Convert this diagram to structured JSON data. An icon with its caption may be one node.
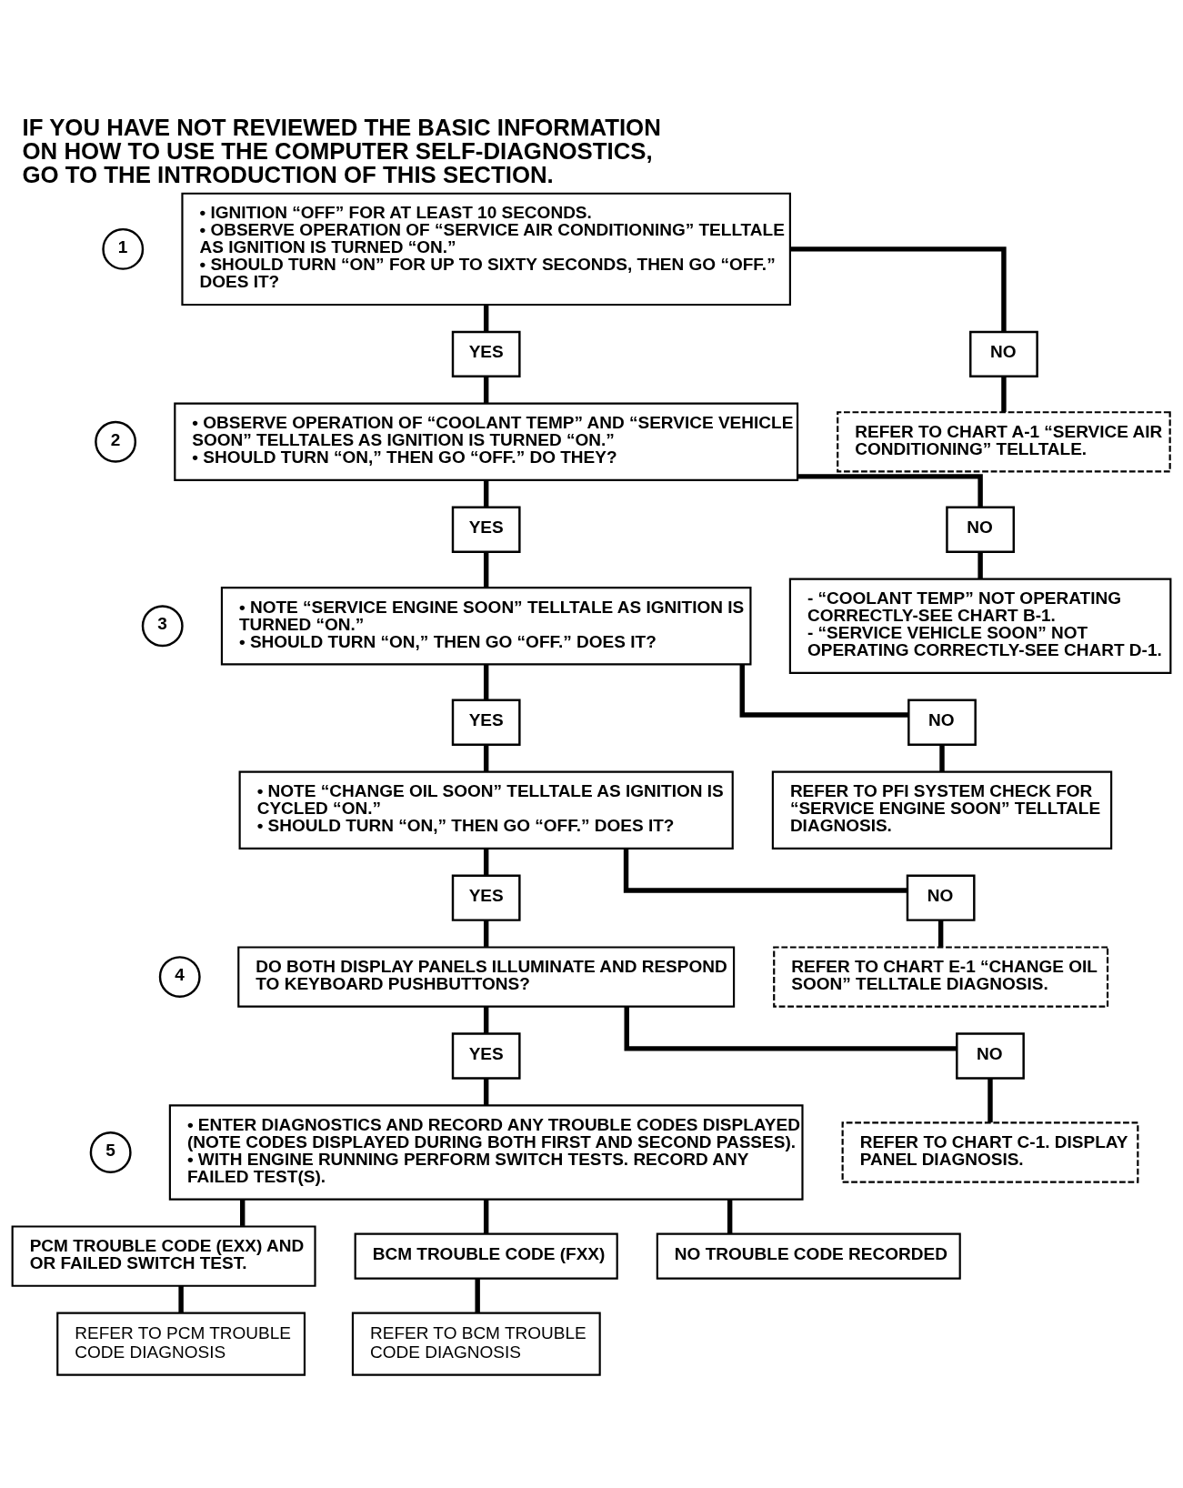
{
  "diagram": {
    "title": "IF YOU HAVE NOT REVIEWED THE BASIC INFORMATION ON HOW TO USE THE COMPUTER SELF-DIAGNOSTICS, GO TO THE INTRODUCTION OF THIS SECTION.",
    "nodes": [
      {
        "text": [
          "1"
        ]
      },
      {
        "text": [
          "• IGNITION “OFF” FOR AT LEAST 10 SECONDS.",
          "• OBSERVE OPERATION OF “SERVICE AIR CONDITIONING” TELLTALE AS IGNITION IS TURNED “ON.”",
          "• SHOULD TURN “ON” FOR UP TO SIXTY SECONDS, THEN GO “OFF.” DOES IT?"
        ]
      },
      {
        "text": [
          "YES"
        ]
      },
      {
        "text": [
          "NO"
        ]
      },
      {
        "text": [
          "2"
        ]
      },
      {
        "text": [
          "• OBSERVE OPERATION OF “COOLANT TEMP” AND “SERVICE VEHICLE SOON” TELLTALES AS IGNITION IS TURNED “ON.”",
          "• SHOULD TURN “ON,” THEN GO “OFF.” DO THEY?"
        ]
      },
      {
        "text": [
          "REFER TO CHART A-1 “SERVICE AIR CONDITIONING” TELLTALE."
        ]
      },
      {
        "text": [
          "YES"
        ]
      },
      {
        "text": [
          "NO"
        ]
      },
      {
        "text": [
          "3"
        ]
      },
      {
        "text": [
          "• NOTE “SERVICE ENGINE SOON” TELLTALE AS IGNITION IS TURNED “ON.”",
          "• SHOULD TURN “ON,” THEN GO “OFF.” DOES IT?"
        ]
      },
      {
        "text": [
          "- “COOLANT TEMP” NOT OPERATING CORRECTLY-SEE CHART B-1.",
          "- “SERVICE VEHICLE SOON” NOT OPERATING CORRECTLY-SEE CHART D-1."
        ]
      },
      {
        "text": [
          "YES"
        ]
      },
      {
        "text": [
          "NO"
        ]
      },
      {
        "text": [
          "• NOTE “CHANGE OIL SOON” TELLTALE AS IGNITION IS CYCLED “ON.”",
          "• SHOULD TURN “ON,” THEN GO “OFF.” DOES IT?"
        ]
      },
      {
        "text": [
          "REFER TO PFI SYSTEM CHECK FOR “SERVICE ENGINE SOON” TELLTALE DIAGNOSIS."
        ]
      },
      {
        "text": [
          "YES"
        ]
      },
      {
        "text": [
          "NO"
        ]
      },
      {
        "text": [
          "4"
        ]
      },
      {
        "text": [
          "DO BOTH DISPLAY PANELS ILLUMINATE AND RESPOND TO KEYBOARD PUSHBUTTONS?"
        ]
      },
      {
        "text": [
          "REFER TO CHART E-1 “CHANGE OIL SOON” TELLTALE DIAGNOSIS."
        ]
      },
      {
        "text": [
          "YES"
        ]
      },
      {
        "text": [
          "NO"
        ]
      },
      {
        "text": [
          "5"
        ]
      },
      {
        "text": [
          "• ENTER DIAGNOSTICS AND RECORD ANY TROUBLE CODES DISPLAYED (NOTE CODES DISPLAYED DURING BOTH FIRST AND SECOND PASSES).",
          "• WITH ENGINE RUNNING PERFORM SWITCH TESTS. RECORD ANY FAILED TEST(S)."
        ]
      },
      {
        "text": [
          "REFER TO CHART C-1. DISPLAY PANEL DIAGNOSIS."
        ]
      },
      {
        "text": [
          "PCM TROUBLE CODE (EXX) AND OR FAILED SWITCH TEST."
        ]
      },
      {
        "text": [
          "BCM TROUBLE CODE (FXX)"
        ]
      },
      {
        "text": [
          "NO TROUBLE CODE RECORDED"
        ]
      },
      {
        "text": [
          "REFER TO PCM TROUBLE CODE DIAGNOSIS"
        ]
      },
      {
        "text": [
          "REFER TO BCM TROUBLE CODE DIAGNOSIS"
        ]
      }
    ],
    "edges": [
      {
        "from": 1,
        "to": 2,
        "arrow": "none"
      },
      {
        "from": 1,
        "to": 3,
        "arrow": "none"
      },
      {
        "from": 2,
        "to": 5,
        "arrow": "none"
      },
      {
        "from": 3,
        "to": 6,
        "arrow": "none"
      },
      {
        "from": 5,
        "to": 7,
        "arrow": "none"
      },
      {
        "from": 5,
        "to": 8,
        "arrow": "none"
      },
      {
        "from": 7,
        "to": 10,
        "arrow": "none"
      },
      {
        "from": 8,
        "to": 11,
        "arrow": "none"
      },
      {
        "from": 10,
        "to": 12,
        "arrow": "none"
      },
      {
        "from": 10,
        "to": 13,
        "arrow": "none"
      },
      {
        "from": 12,
        "to": 14,
        "arrow": "none"
      },
      {
        "from": 13,
        "to": 15,
        "arrow": "none"
      },
      {
        "from": 14,
        "to": 16,
        "arrow": "none"
      },
      {
        "from": 14,
        "to": 17,
        "arrow": "none"
      },
      {
        "from": 16,
        "to": 19,
        "arrow": "none"
      },
      {
        "from": 17,
        "to": 20,
        "arrow": "none"
      },
      {
        "from": 19,
        "to": 21,
        "arrow": "none"
      },
      {
        "from": 19,
        "to": 22,
        "arrow": "none"
      },
      {
        "from": 21,
        "to": 24,
        "arrow": "none"
      },
      {
        "from": 22,
        "to": 25,
        "arrow": "none"
      },
      {
        "from": 24,
        "to": 26,
        "arrow": "none"
      },
      {
        "from": 24,
        "to": 27,
        "arrow": "none"
      },
      {
        "from": 24,
        "to": 28,
        "arrow": "none"
      },
      {
        "from": 26,
        "to": 29,
        "arrow": "none"
      },
      {
        "from": 27,
        "to": 30,
        "arrow": "none"
      }
    ]
  }
}
